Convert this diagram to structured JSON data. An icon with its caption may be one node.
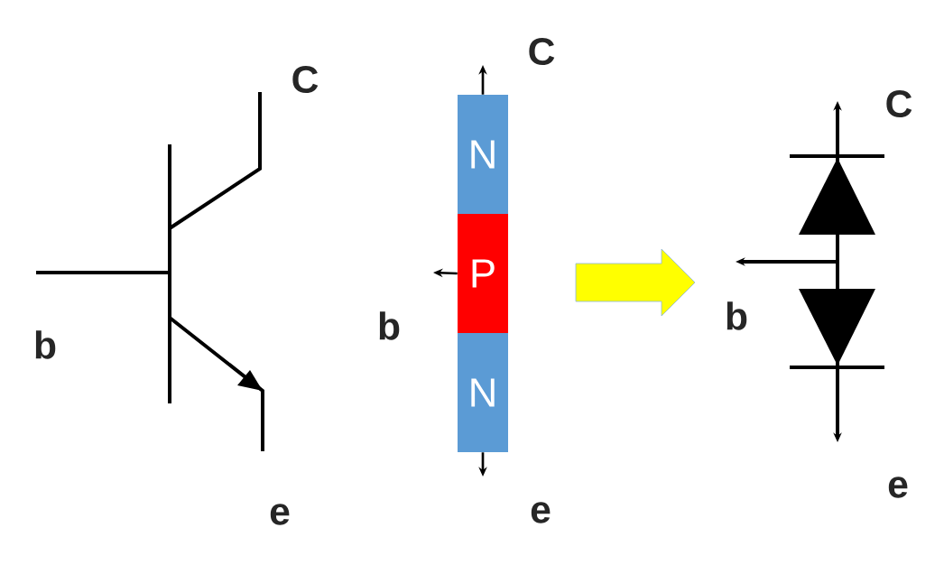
{
  "diagram": {
    "nodes": [
      {
        "text": [
          "N"
        ]
      },
      {
        "text": [
          "P"
        ]
      },
      {
        "text": [
          "N"
        ]
      }
    ],
    "edges": [
      {
        "from": 0,
        "to": null,
        "arrow": "to"
      },
      {
        "from": 1,
        "to": null,
        "arrow": "to"
      },
      {
        "from": 2,
        "to": null,
        "arrow": "to"
      }
    ],
    "labels": [
      "C",
      "b",
      "e",
      "C",
      "b",
      "e",
      "C",
      "b",
      "e"
    ]
  }
}
